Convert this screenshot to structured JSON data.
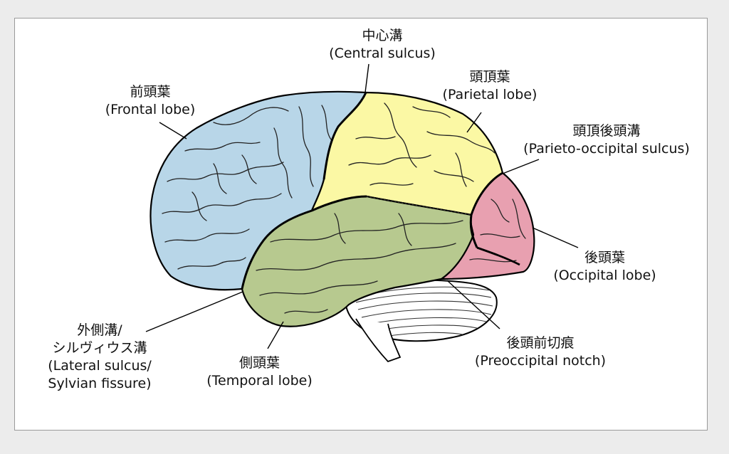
{
  "labels": {
    "central_sulcus": {
      "jp": "中心溝",
      "en": "(Central sulcus)"
    },
    "parietal_lobe": {
      "jp": "頭頂葉",
      "en": "(Parietal lobe)"
    },
    "frontal_lobe": {
      "jp": "前頭葉",
      "en": "(Frontal lobe)"
    },
    "parieto_occipital_sulcus": {
      "jp": "頭頂後頭溝",
      "en": "(Parieto-occipital sulcus)"
    },
    "occipital_lobe": {
      "jp": "後頭葉",
      "en": "(Occipital lobe)"
    },
    "lateral_sulcus": {
      "jp1": "外側溝/",
      "jp2": "シルヴィウス溝",
      "en1": "(Lateral sulcus/",
      "en2": "Sylvian fissure)"
    },
    "temporal_lobe": {
      "jp": "側頭葉",
      "en": "(Temporal lobe)"
    },
    "preoccipital_notch": {
      "jp": "後頭前切痕",
      "en": "(Preoccipital notch)"
    }
  },
  "colors": {
    "frontal": "#b8d6e8",
    "parietal": "#fbf8a4",
    "temporal": "#b7c98f",
    "occipital": "#e8a0b0",
    "cerebellum": "#ffffff"
  }
}
